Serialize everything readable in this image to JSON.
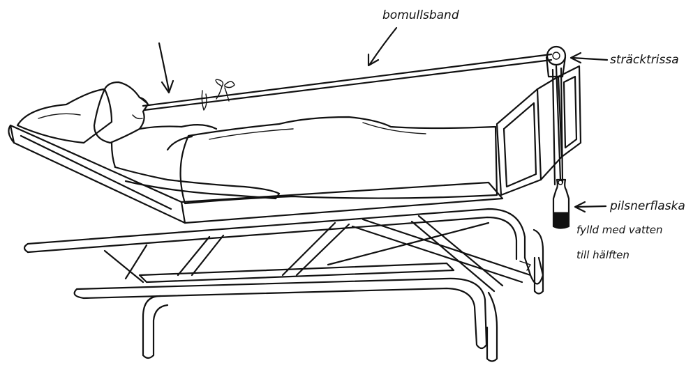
{
  "labels": {
    "band": "bomullsband",
    "pulley": "sträcktrissa",
    "bottle_line1": "pilsnerflaska",
    "bottle_line2": "fylld med vatten",
    "bottle_line3": "till hälften"
  }
}
